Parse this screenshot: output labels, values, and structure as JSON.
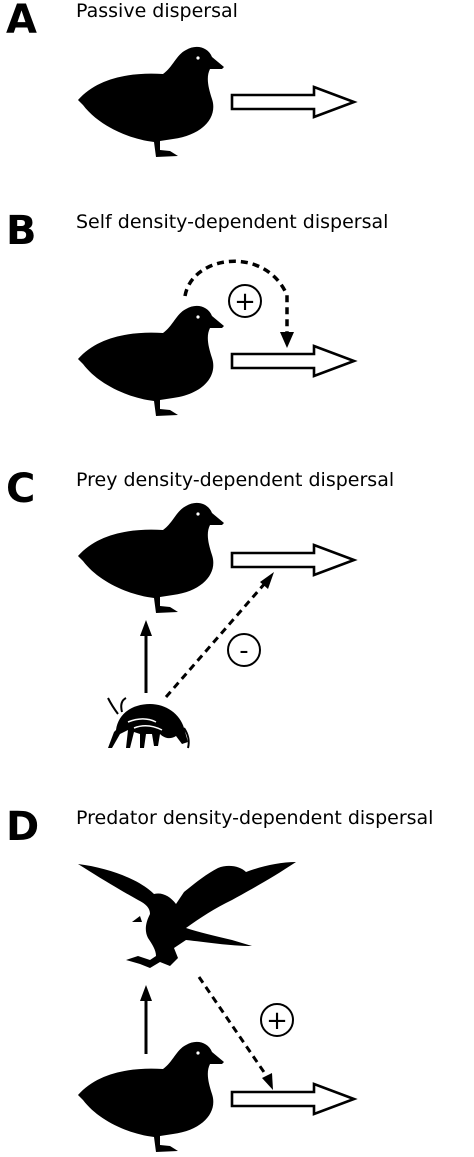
{
  "panels": [
    {
      "letter": "A",
      "title": "Passive dispersal"
    },
    {
      "letter": "B",
      "title": "Self density-dependent dispersal",
      "sign": "+"
    },
    {
      "letter": "C",
      "title": "Prey density-dependent dispersal",
      "sign": "-"
    },
    {
      "letter": "D",
      "title": "Predator density-dependent dispersal",
      "sign": "+"
    }
  ],
  "icons": {
    "duck": "duck-silhouette-icon",
    "prey": "amphipod-silhouette-icon",
    "predator": "eagle-silhouette-icon",
    "dispersal": "dispersal-arrow-icon"
  }
}
